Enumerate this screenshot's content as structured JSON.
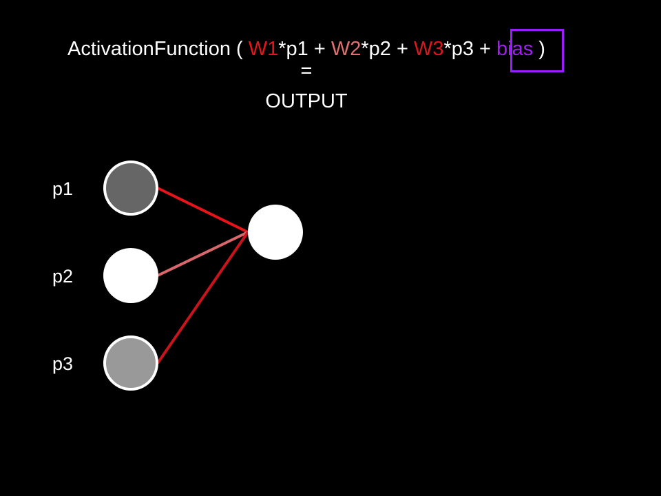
{
  "formula": {
    "prefix": "ActivationFunction ( ",
    "w1": "W1",
    "t1": "*p1 + ",
    "w2": "W2",
    "t2": "*p2 + ",
    "w3": "W3",
    "t3": "*p3 + ",
    "bias": "bias",
    "suffix": " )",
    "equals": "=",
    "output": "OUTPUT"
  },
  "inputs": [
    {
      "label": "p1"
    },
    {
      "label": "p2"
    },
    {
      "label": "p3"
    }
  ],
  "colors": {
    "background": "#000000",
    "text": "#ffffff",
    "w1": "#e8141a",
    "w2": "#e27070",
    "w3": "#d8181e",
    "bias": "#a020f0",
    "bias_box": "#9b1dfb",
    "node_p1_fill": "#666666",
    "node_p2_fill": "#ffffff",
    "node_p3_fill": "#999999",
    "node_output_fill": "#ffffff",
    "node_stroke": "#ffffff",
    "edge_p1": "#e8141a",
    "edge_p2": "#d9676c",
    "edge_p3": "#c8141a"
  }
}
